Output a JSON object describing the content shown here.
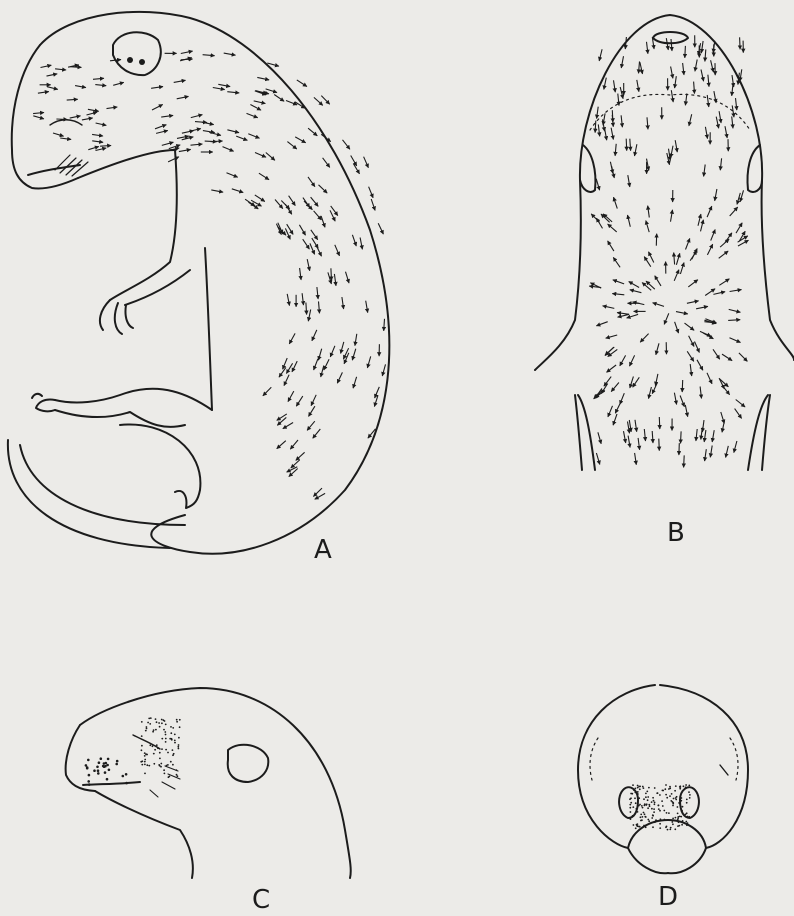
{
  "figure": {
    "panels": [
      {
        "id": "A",
        "label": "A"
      },
      {
        "id": "B",
        "label": "B"
      },
      {
        "id": "C",
        "label": "C"
      },
      {
        "id": "D",
        "label": "D"
      }
    ]
  },
  "style": {
    "background": "#ecebe8",
    "ink": "#1c1c1c"
  }
}
